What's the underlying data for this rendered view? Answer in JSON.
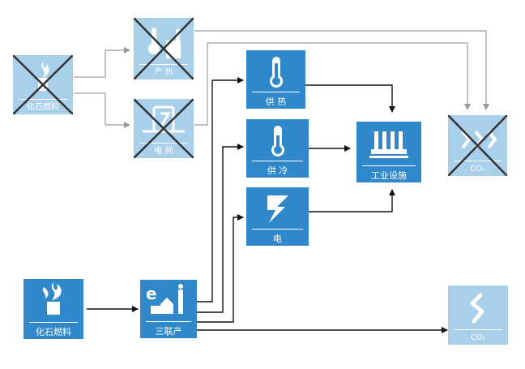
{
  "colors": {
    "active": "#2f88c9",
    "faded": "#a8d0ea",
    "arrow": "#111111",
    "faded_arrow": "#9a9a9a",
    "cross": "#333333"
  },
  "nodes": {
    "fossil_top": {
      "label": "化石燃料",
      "icon": "flame-factory-icon",
      "crossed": true
    },
    "prod_heat": {
      "label": "产 热",
      "icon": "thermometer-plant-icon",
      "crossed": true
    },
    "power_grid": {
      "label": "电 网",
      "icon": "power-unit-icon",
      "crossed": true
    },
    "co2_top": {
      "label": "CO₂",
      "icon": "co2-wave-icon",
      "crossed": true
    },
    "heating": {
      "label": "供 热",
      "icon": "thermometer-icon"
    },
    "cooling": {
      "label": "供 冷",
      "icon": "thermometer-icon"
    },
    "electricity": {
      "label": "电",
      "icon": "lightning-icon"
    },
    "industrial": {
      "label": "工业设施",
      "icon": "industrial-plant-icon"
    },
    "fossil_bottom": {
      "label": "化石燃料",
      "icon": "flame-factory-icon"
    },
    "trigeneration": {
      "label": "三联产",
      "icon": "e-factory-icon"
    },
    "co2_bottom": {
      "label": "CO₂",
      "icon": "co2-wave-icon"
    }
  }
}
